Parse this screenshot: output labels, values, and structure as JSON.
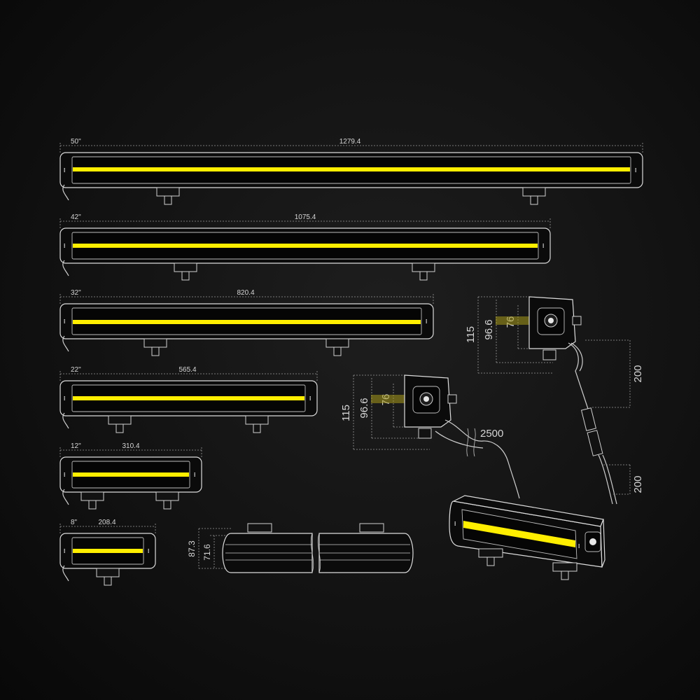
{
  "colors": {
    "background": "#121212",
    "led": "#ffee00",
    "line": "#d8d8d8"
  },
  "bars": [
    {
      "size_label": "50\"",
      "length_label": "1279.4"
    },
    {
      "size_label": "42\"",
      "length_label": "1075.4"
    },
    {
      "size_label": "32\"",
      "length_label": "820.4"
    },
    {
      "size_label": "22\"",
      "length_label": "565.4"
    },
    {
      "size_label": "12\"",
      "length_label": "310.4"
    },
    {
      "size_label": "8\"",
      "length_label": "208.4"
    }
  ],
  "side_view": {
    "height_outer": "87.3",
    "height_inner": "71.6"
  },
  "end_view_large": {
    "h_total": "115",
    "h_body": "96.6",
    "h_lens": "76",
    "cable_1": "200",
    "cable_2": "200"
  },
  "end_view_small": {
    "h_total": "115",
    "h_body": "96.6",
    "h_lens": "76",
    "cable_len": "2500"
  }
}
